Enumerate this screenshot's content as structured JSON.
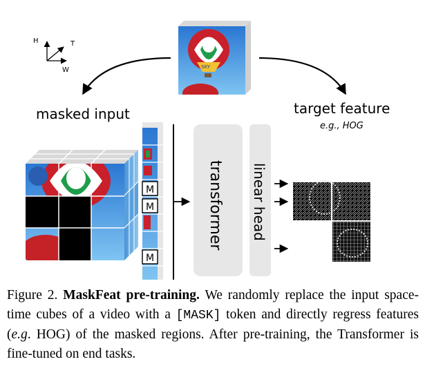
{
  "figure": {
    "axes": {
      "h": "H",
      "t": "T",
      "w": "W"
    },
    "left_label": "masked input",
    "right_label": "target feature",
    "right_sublabel": "e.g., HOG",
    "mask_token": "M",
    "transformer_label": "transformer",
    "head_label": "linear head",
    "balloon_text": "SKY"
  },
  "caption": {
    "prefix": "Figure 2.",
    "title": "MaskFeat pre-training.",
    "text1": "We randomly replace the input space-time cubes of a video with a",
    "token": "[MASK]",
    "text2": "token and directly regress features (",
    "eg_italic": "e.g",
    "text3": ". HOG) of the masked regions. After pre-training, the Transformer is fine-tuned on end tasks."
  },
  "colors": {
    "sky_top": "#2f7fd8",
    "sky_bottom": "#6ab8f0",
    "block_gray": "#e7e7e7",
    "mask_black": "#000000"
  }
}
